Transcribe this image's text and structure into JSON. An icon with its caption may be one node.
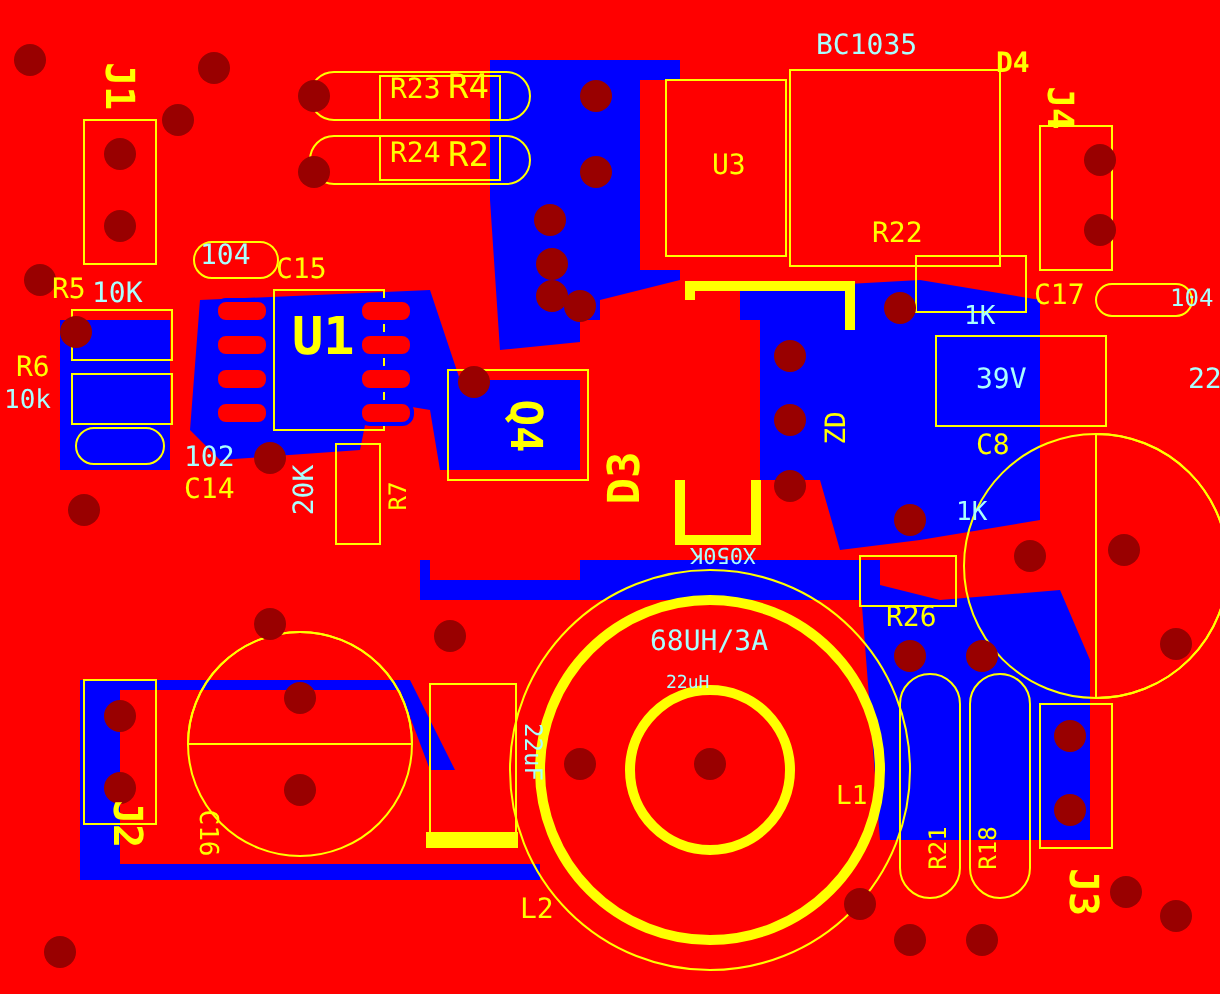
{
  "diagram": {
    "labels": [
      "J1",
      "R23",
      "R4",
      "R24",
      "R2",
      "BC1035",
      "D4",
      "U3",
      "J4",
      "104",
      "C15",
      "R5",
      "10K",
      "U1",
      "R6",
      "10k",
      "R22",
      "C17",
      "104",
      "1K",
      "39V",
      "22",
      "Q4",
      "ZD",
      "C8",
      "102",
      "C14",
      "20K",
      "R7",
      "D3",
      "X050K",
      "1K",
      "68UH/3A",
      "22uH",
      "R26",
      "J2",
      "C16",
      "22uF",
      "L1",
      "R21",
      "R18",
      "J3",
      "L2"
    ]
  }
}
